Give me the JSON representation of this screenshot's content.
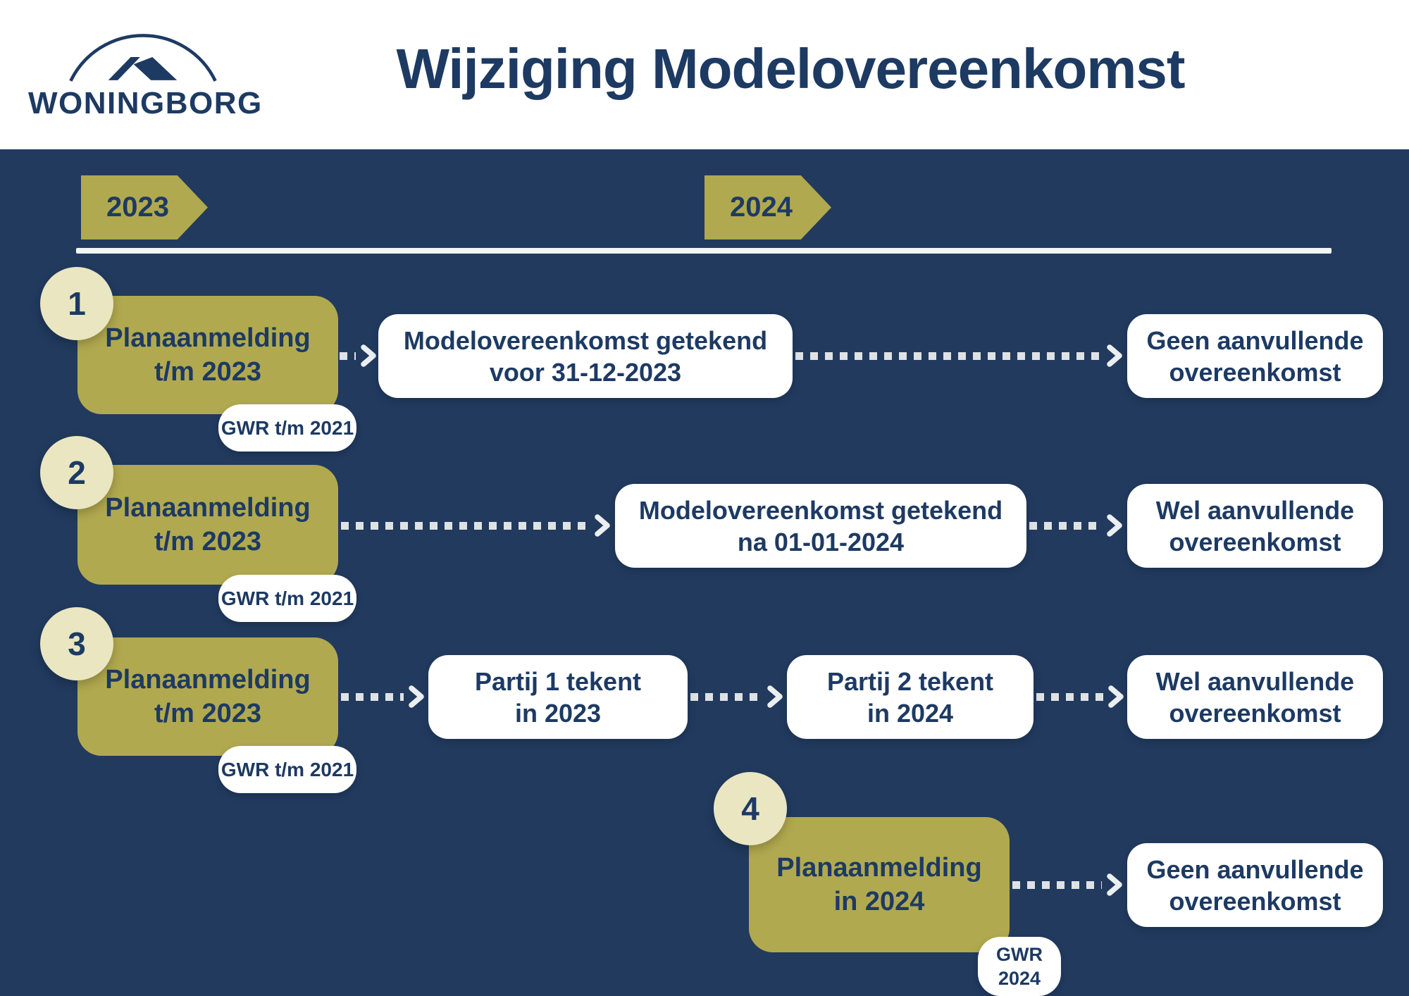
{
  "header": {
    "logo_text": "WONINGBORG",
    "title": "Wijziging Modelovereenkomst"
  },
  "timeline": {
    "left_label": "2023",
    "right_label": "2024"
  },
  "rows": [
    {
      "number": "1",
      "plan_line1": "Planaanmelding",
      "plan_line2": "t/m 2023",
      "badge": "GWR t/m 2021",
      "steps": [
        {
          "line1": "Modelovereenkomst getekend",
          "line2": "voor 31-12-2023"
        }
      ],
      "outcome_line1": "Geen aanvullende",
      "outcome_line2": "overeenkomst"
    },
    {
      "number": "2",
      "plan_line1": "Planaanmelding",
      "plan_line2": "t/m 2023",
      "badge": "GWR t/m 2021",
      "steps": [
        {
          "line1": "Modelovereenkomst getekend",
          "line2": "na 01-01-2024"
        }
      ],
      "outcome_line1": "Wel aanvullende",
      "outcome_line2": "overeenkomst"
    },
    {
      "number": "3",
      "plan_line1": "Planaanmelding",
      "plan_line2": "t/m 2023",
      "badge": "GWR t/m 2021",
      "steps": [
        {
          "line1": "Partij 1 tekent",
          "line2": "in 2023"
        },
        {
          "line1": "Partij 2 tekent",
          "line2": "in 2024"
        }
      ],
      "outcome_line1": "Wel aanvullende",
      "outcome_line2": "overeenkomst"
    },
    {
      "number": "4",
      "plan_line1": "Planaanmelding",
      "plan_line2": "in 2024",
      "badge_line1": "GWR",
      "badge_line2": "2024",
      "steps": [],
      "outcome_line1": "Geen aanvullende",
      "outcome_line2": "overeenkomst"
    }
  ],
  "colors": {
    "navy": "#213a5e",
    "navy_text": "#1d3a63",
    "olive": "#b1a94f",
    "cream": "#e9e6c1",
    "white": "#ffffff",
    "timeline_line": "#f2f6f8",
    "arrow_dot": "#dfe2e4"
  }
}
